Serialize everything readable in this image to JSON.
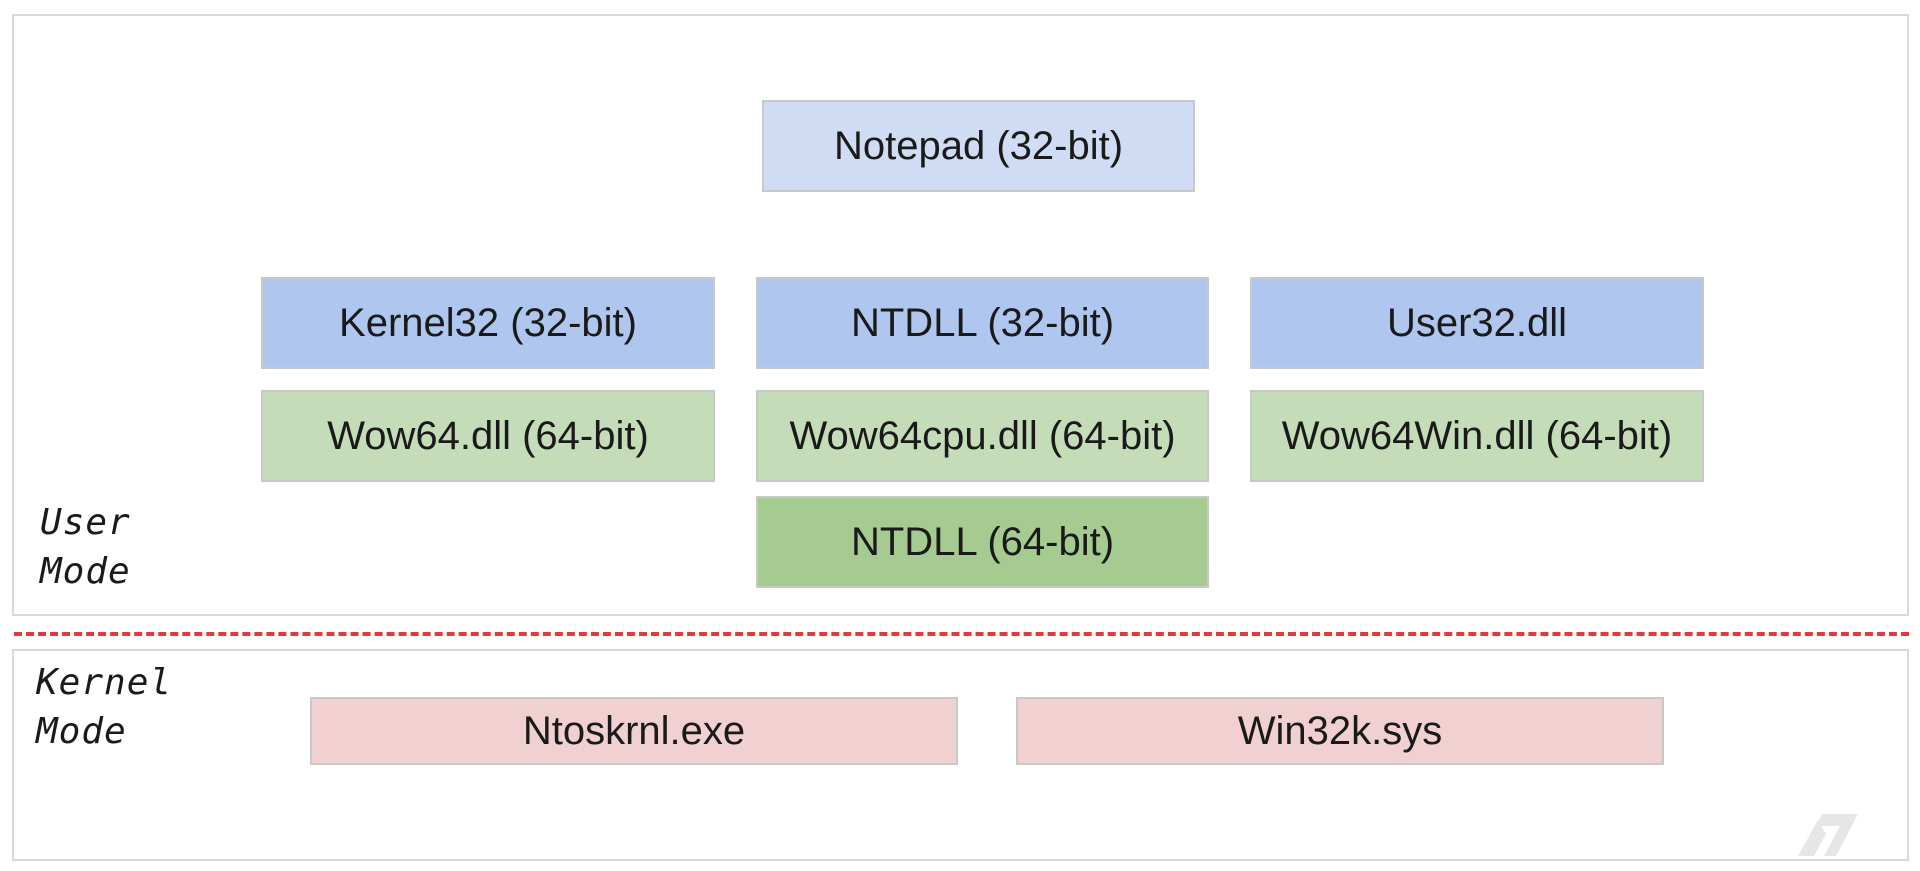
{
  "colors": {
    "app": "#cfdcf3",
    "dll32": "#afc7ee",
    "wow64": "#c5dcb8",
    "ntdll64": "#a6cb91",
    "kernel": "#f1d0d1",
    "divider": "#e23a3a"
  },
  "user_mode": {
    "label_line1": "User",
    "label_line2": "Mode",
    "application": "Notepad (32-bit)",
    "dlls_32": [
      "Kernel32 (32-bit)",
      "NTDLL (32-bit)",
      "User32.dll"
    ],
    "wow64_layer": [
      "Wow64.dll (64-bit)",
      "Wow64cpu.dll (64-bit)",
      "Wow64Win.dll (64-bit)"
    ],
    "ntdll_64": "NTDLL (64-bit)"
  },
  "kernel_mode": {
    "label_line1": "Kernel",
    "label_line2": "Mode",
    "components": [
      "Ntoskrnl.exe",
      "Win32k.sys"
    ]
  },
  "watermark_icon": "logo-icon"
}
